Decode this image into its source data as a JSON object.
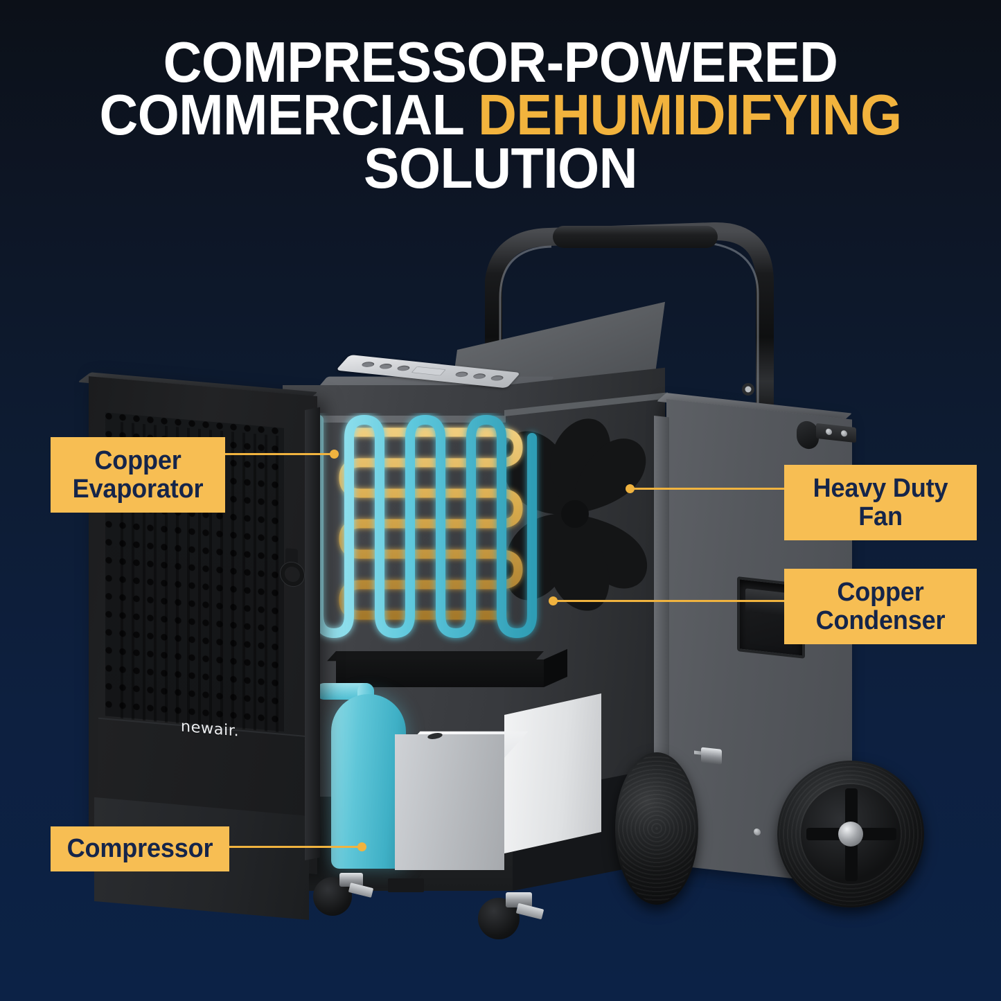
{
  "title": {
    "line1": "COMPRESSOR-POWERED",
    "line2a": "COMMERCIAL ",
    "line2b": "DEHUMIDIFYING",
    "line3": "SOLUTION"
  },
  "colors": {
    "accent": "#f7be53",
    "accent_line": "#f0b33f",
    "label_text": "#15254a",
    "title_white": "#ffffff",
    "title_highlight": "#f2b33d",
    "bg_top": "#0c1018",
    "bg_bottom": "#0c2246",
    "evaporator_coil": "#5fc6d8",
    "condenser_coil": "#d6a746",
    "body_gray": "#4a4c50",
    "panel_gray": "#5d6065",
    "door_black": "#1b1c1e"
  },
  "brand": {
    "logo": "newair."
  },
  "callouts": [
    {
      "id": "copper-evaporator",
      "line1": "Copper",
      "line2": "Evaporator"
    },
    {
      "id": "heavy-duty-fan",
      "line1": "Heavy Duty",
      "line2": "Fan"
    },
    {
      "id": "copper-condenser",
      "line1": "Copper",
      "line2": "Condenser"
    },
    {
      "id": "compressor",
      "line1": "Compressor",
      "line2": ""
    }
  ],
  "product": {
    "type": "commercial dehumidifier cutaway illustration",
    "parts": [
      "telescoping pull handle",
      "top control panel",
      "perforated intake door",
      "copper evaporator coil",
      "copper condenser coil",
      "heavy duty fan",
      "compressor",
      "water collection tank",
      "transport wheels",
      "locking casters"
    ]
  }
}
